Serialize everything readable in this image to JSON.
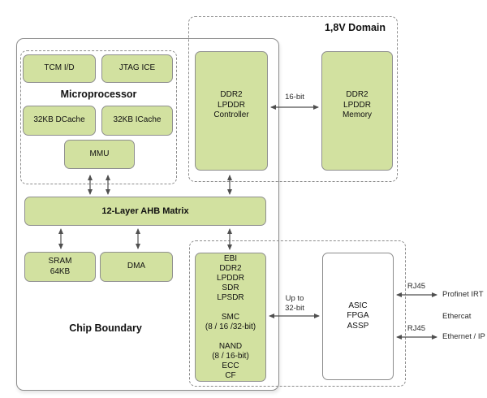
{
  "colors": {
    "block_fill": "#d2e1a0",
    "block_border": "#8f8f8f",
    "boundary_line": "#8c8c8c",
    "arrow": "#4f4f4f",
    "text": "#111111"
  },
  "chip": {
    "label": "Chip Boundary"
  },
  "domain_1v8": {
    "title": "1,8V Domain"
  },
  "microprocessor": {
    "title": "Microprocessor",
    "blocks": {
      "tcm": [
        "TCM I/D"
      ],
      "jtag": [
        "JTAG ICE"
      ],
      "dcache": [
        "32KB DCache"
      ],
      "icache": [
        "32KB ICache"
      ],
      "mmu": [
        "MMU"
      ]
    }
  },
  "blocks": {
    "ahb_matrix": [
      "12-Layer AHB Matrix"
    ],
    "sram": [
      "SRAM",
      "64KB"
    ],
    "dma": [
      "DMA"
    ],
    "ddr2_controller": [
      "DDR2",
      "LPDDR",
      "Controller"
    ],
    "ddr2_memory": [
      "DDR2",
      "LPDDR",
      "Memory"
    ],
    "ebi": [
      "EBI",
      "DDR2",
      "LPDDR",
      "SDR",
      "LPSDR",
      "",
      "SMC",
      "(8 / 16 /32-bit)",
      "",
      "NAND",
      "(8 / 16-bit)",
      "ECC",
      "CF"
    ],
    "asic": [
      "ASIC",
      "FPGA",
      "ASSP"
    ]
  },
  "bus_labels": {
    "ddr_bus": "16-bit",
    "ebi_bus": [
      "Up to",
      "32-bit"
    ],
    "rj45_top": "RJ45",
    "rj45_bottom": "RJ45"
  },
  "interfaces": {
    "profinet": "Profinet IRT",
    "ethercat": "Ethercat",
    "ethernet": "Ethernet / IP"
  }
}
